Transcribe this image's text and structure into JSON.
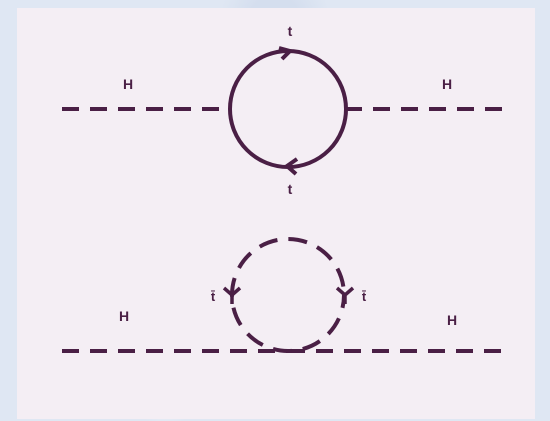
{
  "colors": {
    "ink": "#4a1f45",
    "panel": "#f4eef4"
  },
  "diagram_top": {
    "left_external_label": "H",
    "right_external_label": "H",
    "loop_top_label": "t",
    "loop_bottom_label": "t"
  },
  "diagram_bottom": {
    "left_external_label": "H",
    "right_external_label": "H",
    "loop_left_label": "t̄",
    "loop_right_label": "t̄"
  }
}
